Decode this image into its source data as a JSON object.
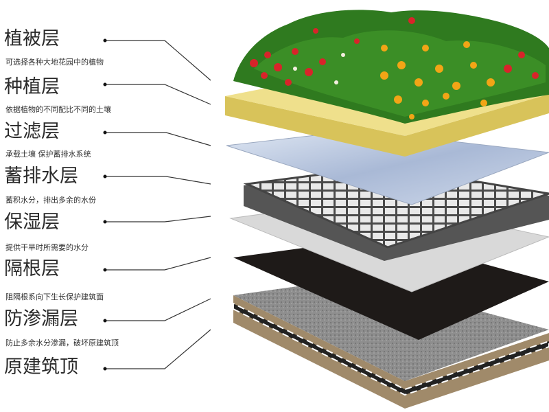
{
  "layers": [
    {
      "title": "植被层",
      "desc": "可选择各种大地花园中的植物"
    },
    {
      "title": "种植层",
      "desc": "依据植物的不同配比不同的土壤"
    },
    {
      "title": "过滤层",
      "desc": "承载土壤 保护蓄排水系统"
    },
    {
      "title": "蓄排水层",
      "desc": "蓄积水分，排出多余的水份"
    },
    {
      "title": "保湿层",
      "desc": "提供干旱时所需要的水分"
    },
    {
      "title": "隔根层",
      "desc": "阻隔根系向下生长保护建筑面"
    },
    {
      "title": "防渗漏层",
      "desc": "防止多余水分渗漏，破坏原建筑顶"
    },
    {
      "title": "原建筑顶",
      "desc": ""
    }
  ],
  "colors": {
    "vegetation": "#2f7a1f",
    "soil": "#e8d77a",
    "filter": "#b9c6dc",
    "drainage": "#5a5a5a",
    "fabric": "#d6d6d6",
    "root_barrier": "#1e1a18",
    "concrete": "#8c8c8c"
  }
}
